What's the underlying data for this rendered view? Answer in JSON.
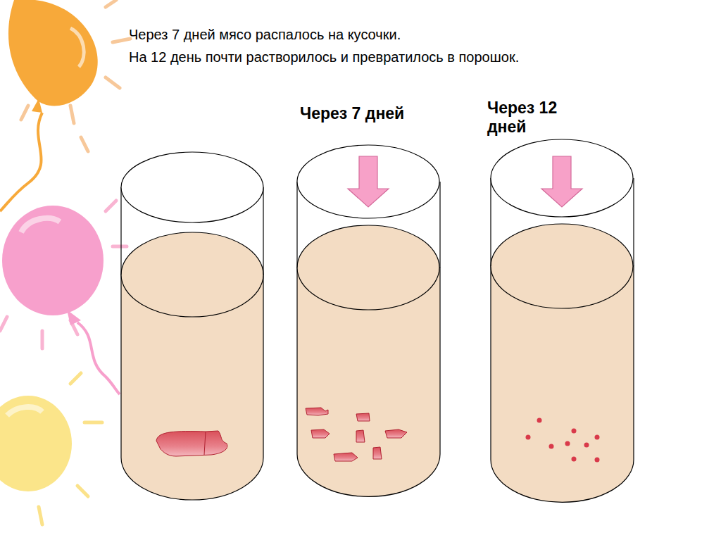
{
  "diagram": {
    "labels": [
      "Через 7 дней мясо распалось на кусочки.",
      "На 12 день почти растворилось и превратилось в порошок.",
      "Через 7 дней",
      "Через 12 дней"
    ]
  }
}
